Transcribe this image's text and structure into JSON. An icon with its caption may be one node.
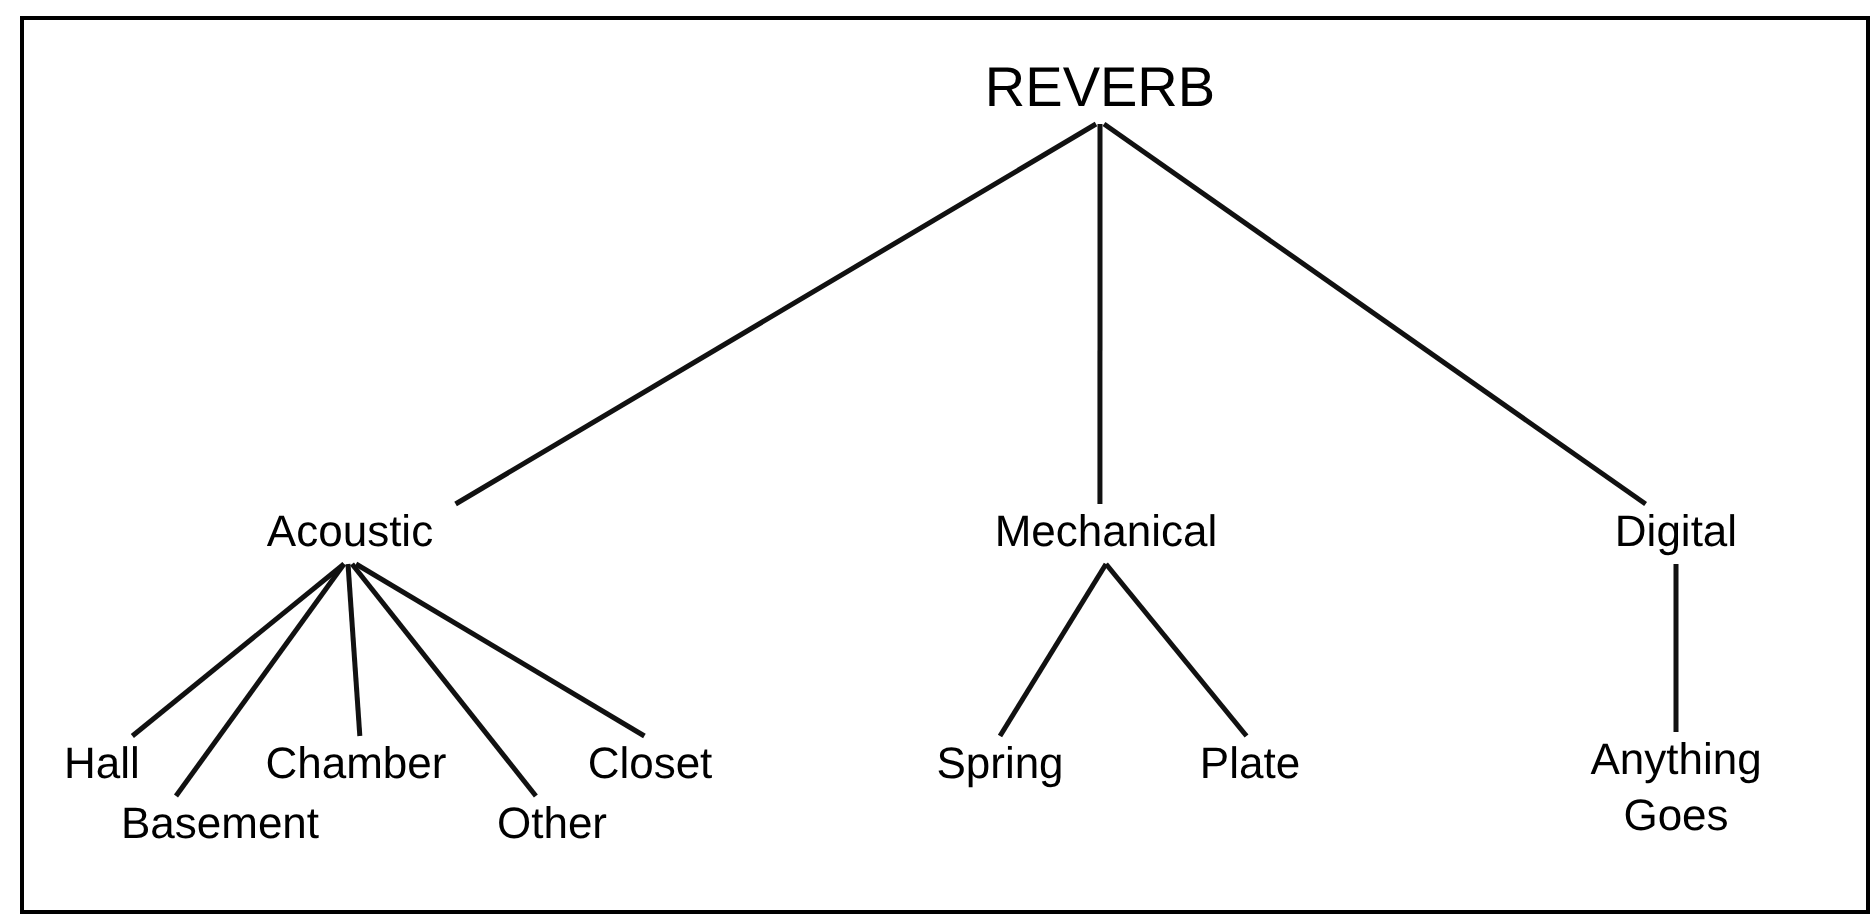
{
  "diagram": {
    "nodes": [
      {
        "text": [
          "REVERB"
        ]
      },
      {
        "text": [
          "Acoustic"
        ]
      },
      {
        "text": [
          "Mechanical"
        ]
      },
      {
        "text": [
          "Digital"
        ]
      },
      {
        "text": [
          "Hall"
        ]
      },
      {
        "text": [
          "Basement"
        ]
      },
      {
        "text": [
          "Chamber"
        ]
      },
      {
        "text": [
          "Other"
        ]
      },
      {
        "text": [
          "Closet"
        ]
      },
      {
        "text": [
          "Spring"
        ]
      },
      {
        "text": [
          "Plate"
        ]
      },
      {
        "text": [
          "Anything Goes"
        ]
      }
    ],
    "edges": [
      {
        "from": 0,
        "to": 1,
        "arrow": "none"
      },
      {
        "from": 0,
        "to": 2,
        "arrow": "none"
      },
      {
        "from": 0,
        "to": 3,
        "arrow": "none"
      },
      {
        "from": 1,
        "to": 4,
        "arrow": "none"
      },
      {
        "from": 1,
        "to": 5,
        "arrow": "none"
      },
      {
        "from": 1,
        "to": 6,
        "arrow": "none"
      },
      {
        "from": 1,
        "to": 7,
        "arrow": "none"
      },
      {
        "from": 1,
        "to": 8,
        "arrow": "none"
      },
      {
        "from": 2,
        "to": 9,
        "arrow": "none"
      },
      {
        "from": 2,
        "to": 10,
        "arrow": "none"
      },
      {
        "from": 3,
        "to": 11,
        "arrow": "none"
      }
    ]
  }
}
